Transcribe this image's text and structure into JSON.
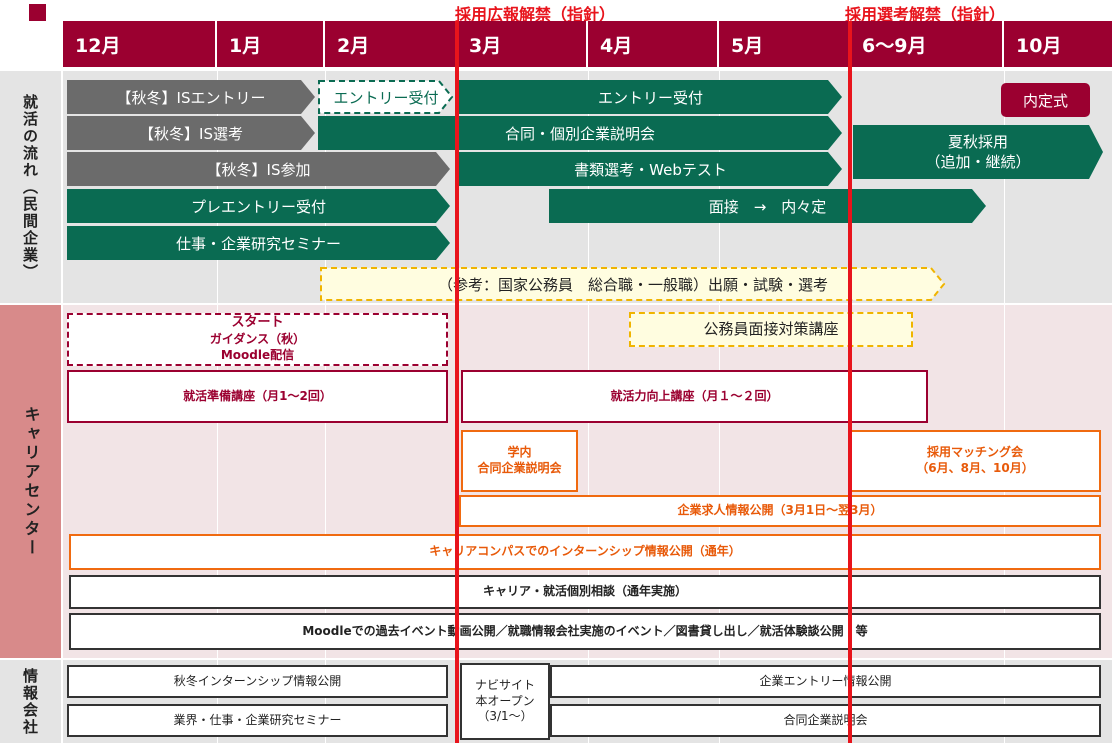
{
  "deadlines": {
    "pr_ban_lift": "採用広報解禁（指針）",
    "selection_ban_lift": "採用選考解禁（指針）"
  },
  "months": [
    "12月",
    "1月",
    "2月",
    "3月",
    "4月",
    "5月",
    "6〜9月",
    "10月"
  ],
  "sections": {
    "job_hunting": "就活の流れ（民間企業）",
    "career_center": "キャリアセンター",
    "info_company": "情報会社"
  },
  "job_flow": {
    "is_entry": "【秋冬】ISエントリー",
    "entry_accept_dashed": "エントリー受付",
    "entry_accept": "エントリー受付",
    "naitei_ceremony": "内定式",
    "is_selection": "【秋冬】IS選考",
    "company_briefing": "合同・個別企業説明会",
    "summer_autumn_recruit_1": "夏秋採用",
    "summer_autumn_recruit_2": "（追加・継続）",
    "is_participation": "【秋冬】IS参加",
    "document_screening": "書類選考・Webテスト",
    "pre_entry": "プレエントリー受付",
    "interview_offer": "面接　→　内々定",
    "job_seminar": "仕事・企業研究セミナー",
    "civil_service_ref": "（参考：国家公務員　総合職・一般職）出願・試験・選考"
  },
  "career": {
    "start_guidance_1": "スタート",
    "start_guidance_2": "ガイダンス（秋）",
    "start_guidance_3": "Moodle配信",
    "civil_interview_course": "公務員面接対策講座",
    "job_prep_course": "就活準備講座（月1〜2回）",
    "job_skill_course": "就活力向上講座（月１〜２回）",
    "campus_briefing_1": "学内",
    "campus_briefing_2": "合同企業説明会",
    "matching_1": "採用マッチング会",
    "matching_2": "（6月、8月、10月）",
    "job_info_release": "企業求人情報公開（3月1日〜翌3月）",
    "internship_info": "キャリアコンパスでのインターンシップ情報公開（通年）",
    "consultation": "キャリア・就活個別相談（通年実施）",
    "moodle_events": "Moodleでの過去イベント動画公開／就職情報会社実施のイベント／図書貸し出し／就活体験談公開　等"
  },
  "info_co": {
    "internship_release": "秋冬インターンシップ情報公開",
    "industry_seminar": "業界・仕事・企業研究セミナー",
    "navi_site_1": "ナビサイト",
    "navi_site_2": "本オープン",
    "navi_site_3": "（3/1〜）",
    "company_entry_release": "企業エントリー情報公開",
    "joint_briefing": "合同企業説明会"
  },
  "colors": {
    "maroon": "#9b0030",
    "green": "#0a6b52",
    "gray": "#6b6b6b",
    "red_line": "#e8141c",
    "orange": "#f06a10",
    "yellow": "#f0b400"
  }
}
